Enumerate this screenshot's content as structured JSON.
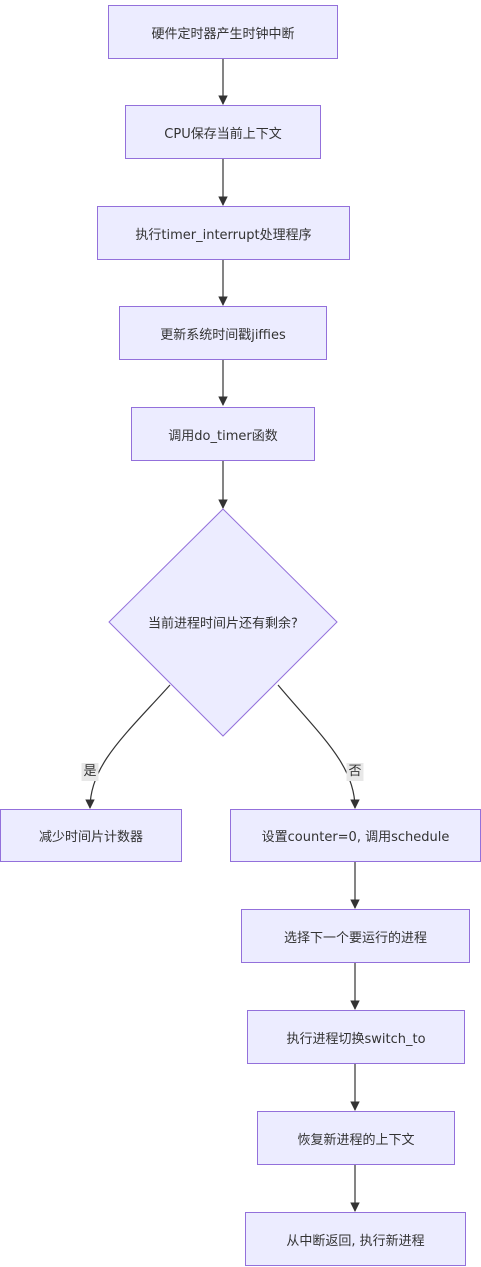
{
  "colors": {
    "node_fill": "#ECECFF",
    "node_border": "#9370DB",
    "edge": "#333333",
    "edge_label_bg": "#e8e8e8"
  },
  "nodes": {
    "n1": "硬件定时器产生时钟中断",
    "n2": "CPU保存当前上下文",
    "n3": "执行timer_interrupt处理程序",
    "n4": "更新系统时间戳jiffies",
    "n5": "调用do_timer函数",
    "decision": "当前进程时间片还有剩余?",
    "yes_box": "减少时间片计数器",
    "no_box": "设置counter=0, 调用schedule",
    "n8": "选择下一个要运行的进程",
    "n9": "执行进程切换switch_to",
    "n10": "恢复新进程的上下文",
    "n11": "从中断返回, 执行新进程"
  },
  "edge_labels": {
    "yes": "是",
    "no": "否"
  }
}
